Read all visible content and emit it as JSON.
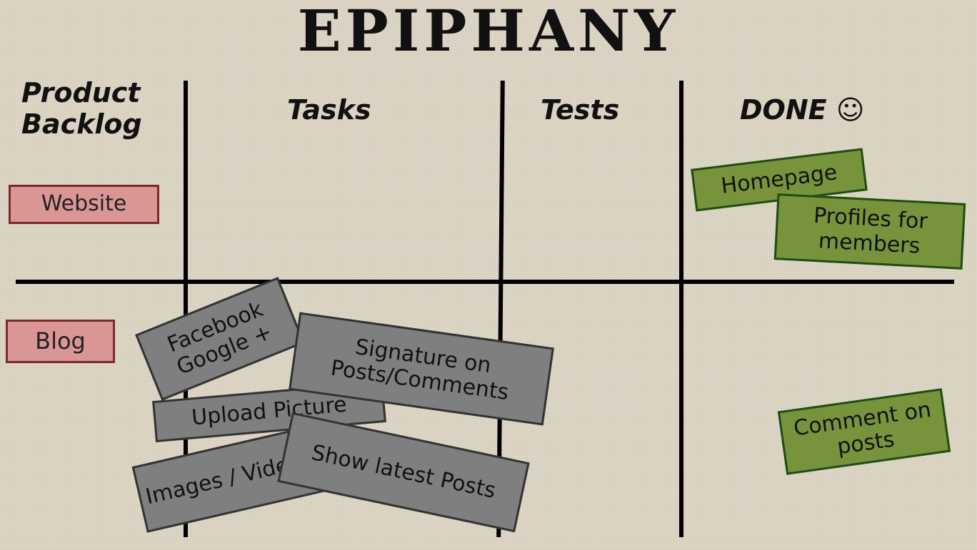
{
  "title": "EPIPHANY",
  "columns": {
    "backlog": "Product\nBacklog",
    "tasks": "Tasks",
    "tests": "Tests",
    "done": "DONE ☺"
  },
  "backlog_items": [
    "Website",
    "Blog"
  ],
  "done_items": [
    "Homepage",
    "Profiles for members",
    "Comment on posts"
  ],
  "task_items": [
    "Facebook Google +",
    "Signature on Posts/Comments",
    "Upload Picture",
    "Images / Videos",
    "Show latest Posts"
  ],
  "colors": {
    "backlog_note": "#d99694",
    "done_note": "#77933c",
    "task_note": "#7f7f7f",
    "grid_line": "#000000"
  }
}
